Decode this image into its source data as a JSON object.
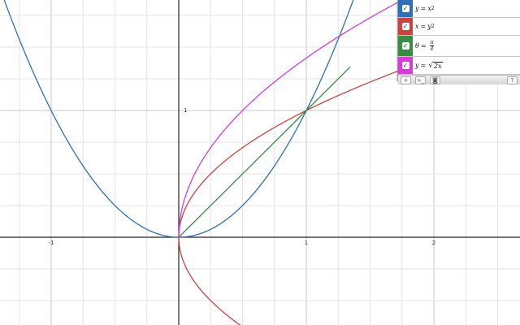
{
  "chart_data": {
    "type": "line",
    "title": "",
    "xlabel": "",
    "ylabel": "",
    "xlim": [
      -1.4,
      2.7
    ],
    "ylim": [
      -0.7,
      1.85
    ],
    "grid": true,
    "minor_grid_step": 0.25,
    "x_tick_labels": [
      {
        "value": -1,
        "label": "-1"
      },
      {
        "value": 1,
        "label": "1"
      },
      {
        "value": 2,
        "label": "2"
      }
    ],
    "y_tick_labels": [
      {
        "value": 1,
        "label": "1"
      }
    ],
    "series": [
      {
        "id": "s1",
        "label": "y = x^2",
        "color": "#2d70b3",
        "kind": "y_of_x",
        "func": "x^2",
        "domain": [
          -1.4,
          1.4
        ]
      },
      {
        "id": "s2",
        "label": "x = y^2",
        "color": "#c74440",
        "kind": "x_of_y",
        "func": "y^2",
        "domain": [
          -0.7,
          1.7
        ]
      },
      {
        "id": "s3",
        "label": "θ = π/4",
        "color": "#388c46",
        "kind": "ray",
        "angle_deg": 45,
        "domain": [
          0,
          1.9
        ]
      },
      {
        "id": "s4",
        "label": "y = √(2x)",
        "color": "#d63cd6",
        "kind": "y_of_x",
        "func": "sqrt(2x)",
        "domain": [
          0,
          1.8
        ]
      }
    ]
  },
  "expression_list": {
    "items": [
      {
        "color": "#2d70b3",
        "checked": "✓",
        "lhs": "y",
        "eq": "=",
        "rhs": "x",
        "exp": "2"
      },
      {
        "color": "#c74440",
        "checked": "✓",
        "lhs": "x",
        "eq": "=",
        "rhs": "y",
        "exp": "2"
      },
      {
        "color": "#388c46",
        "checked": "✓",
        "lhs": "θ",
        "eq": "=",
        "num": "π",
        "den": "4"
      },
      {
        "color": "#d63cd6",
        "checked": "✓",
        "lhs": "y",
        "eq": "=",
        "radicand": "2x"
      }
    ],
    "toolbar": {
      "add": "+",
      "function": ">_",
      "camera": "◙",
      "help": "?"
    }
  }
}
